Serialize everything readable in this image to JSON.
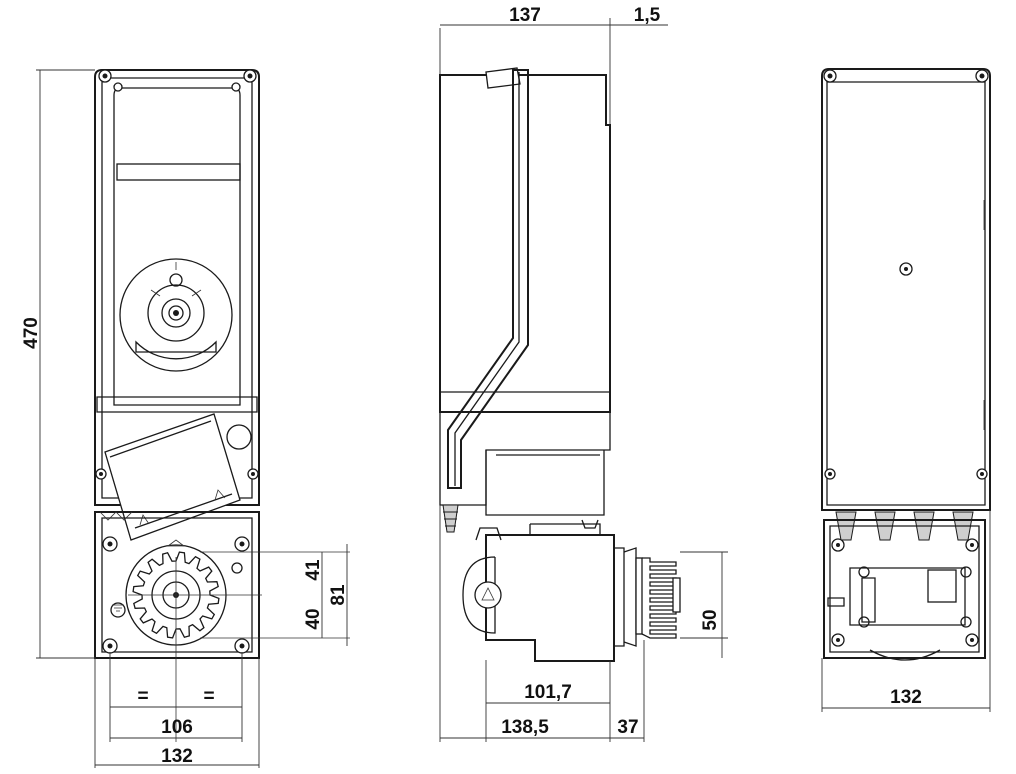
{
  "front_view": {
    "height": "470",
    "width_overall": "132",
    "width_mount": "106",
    "equal_left": "=",
    "equal_right": "=",
    "gear_upper": "41",
    "gear_lower": "40",
    "gear_total": "81"
  },
  "side_view": {
    "depth": "137",
    "offset": "1,5",
    "base_depth": "101,7",
    "total_depth": "138,5",
    "gear_projection": "37",
    "gear_height": "50"
  },
  "rear_view": {
    "width": "132"
  }
}
